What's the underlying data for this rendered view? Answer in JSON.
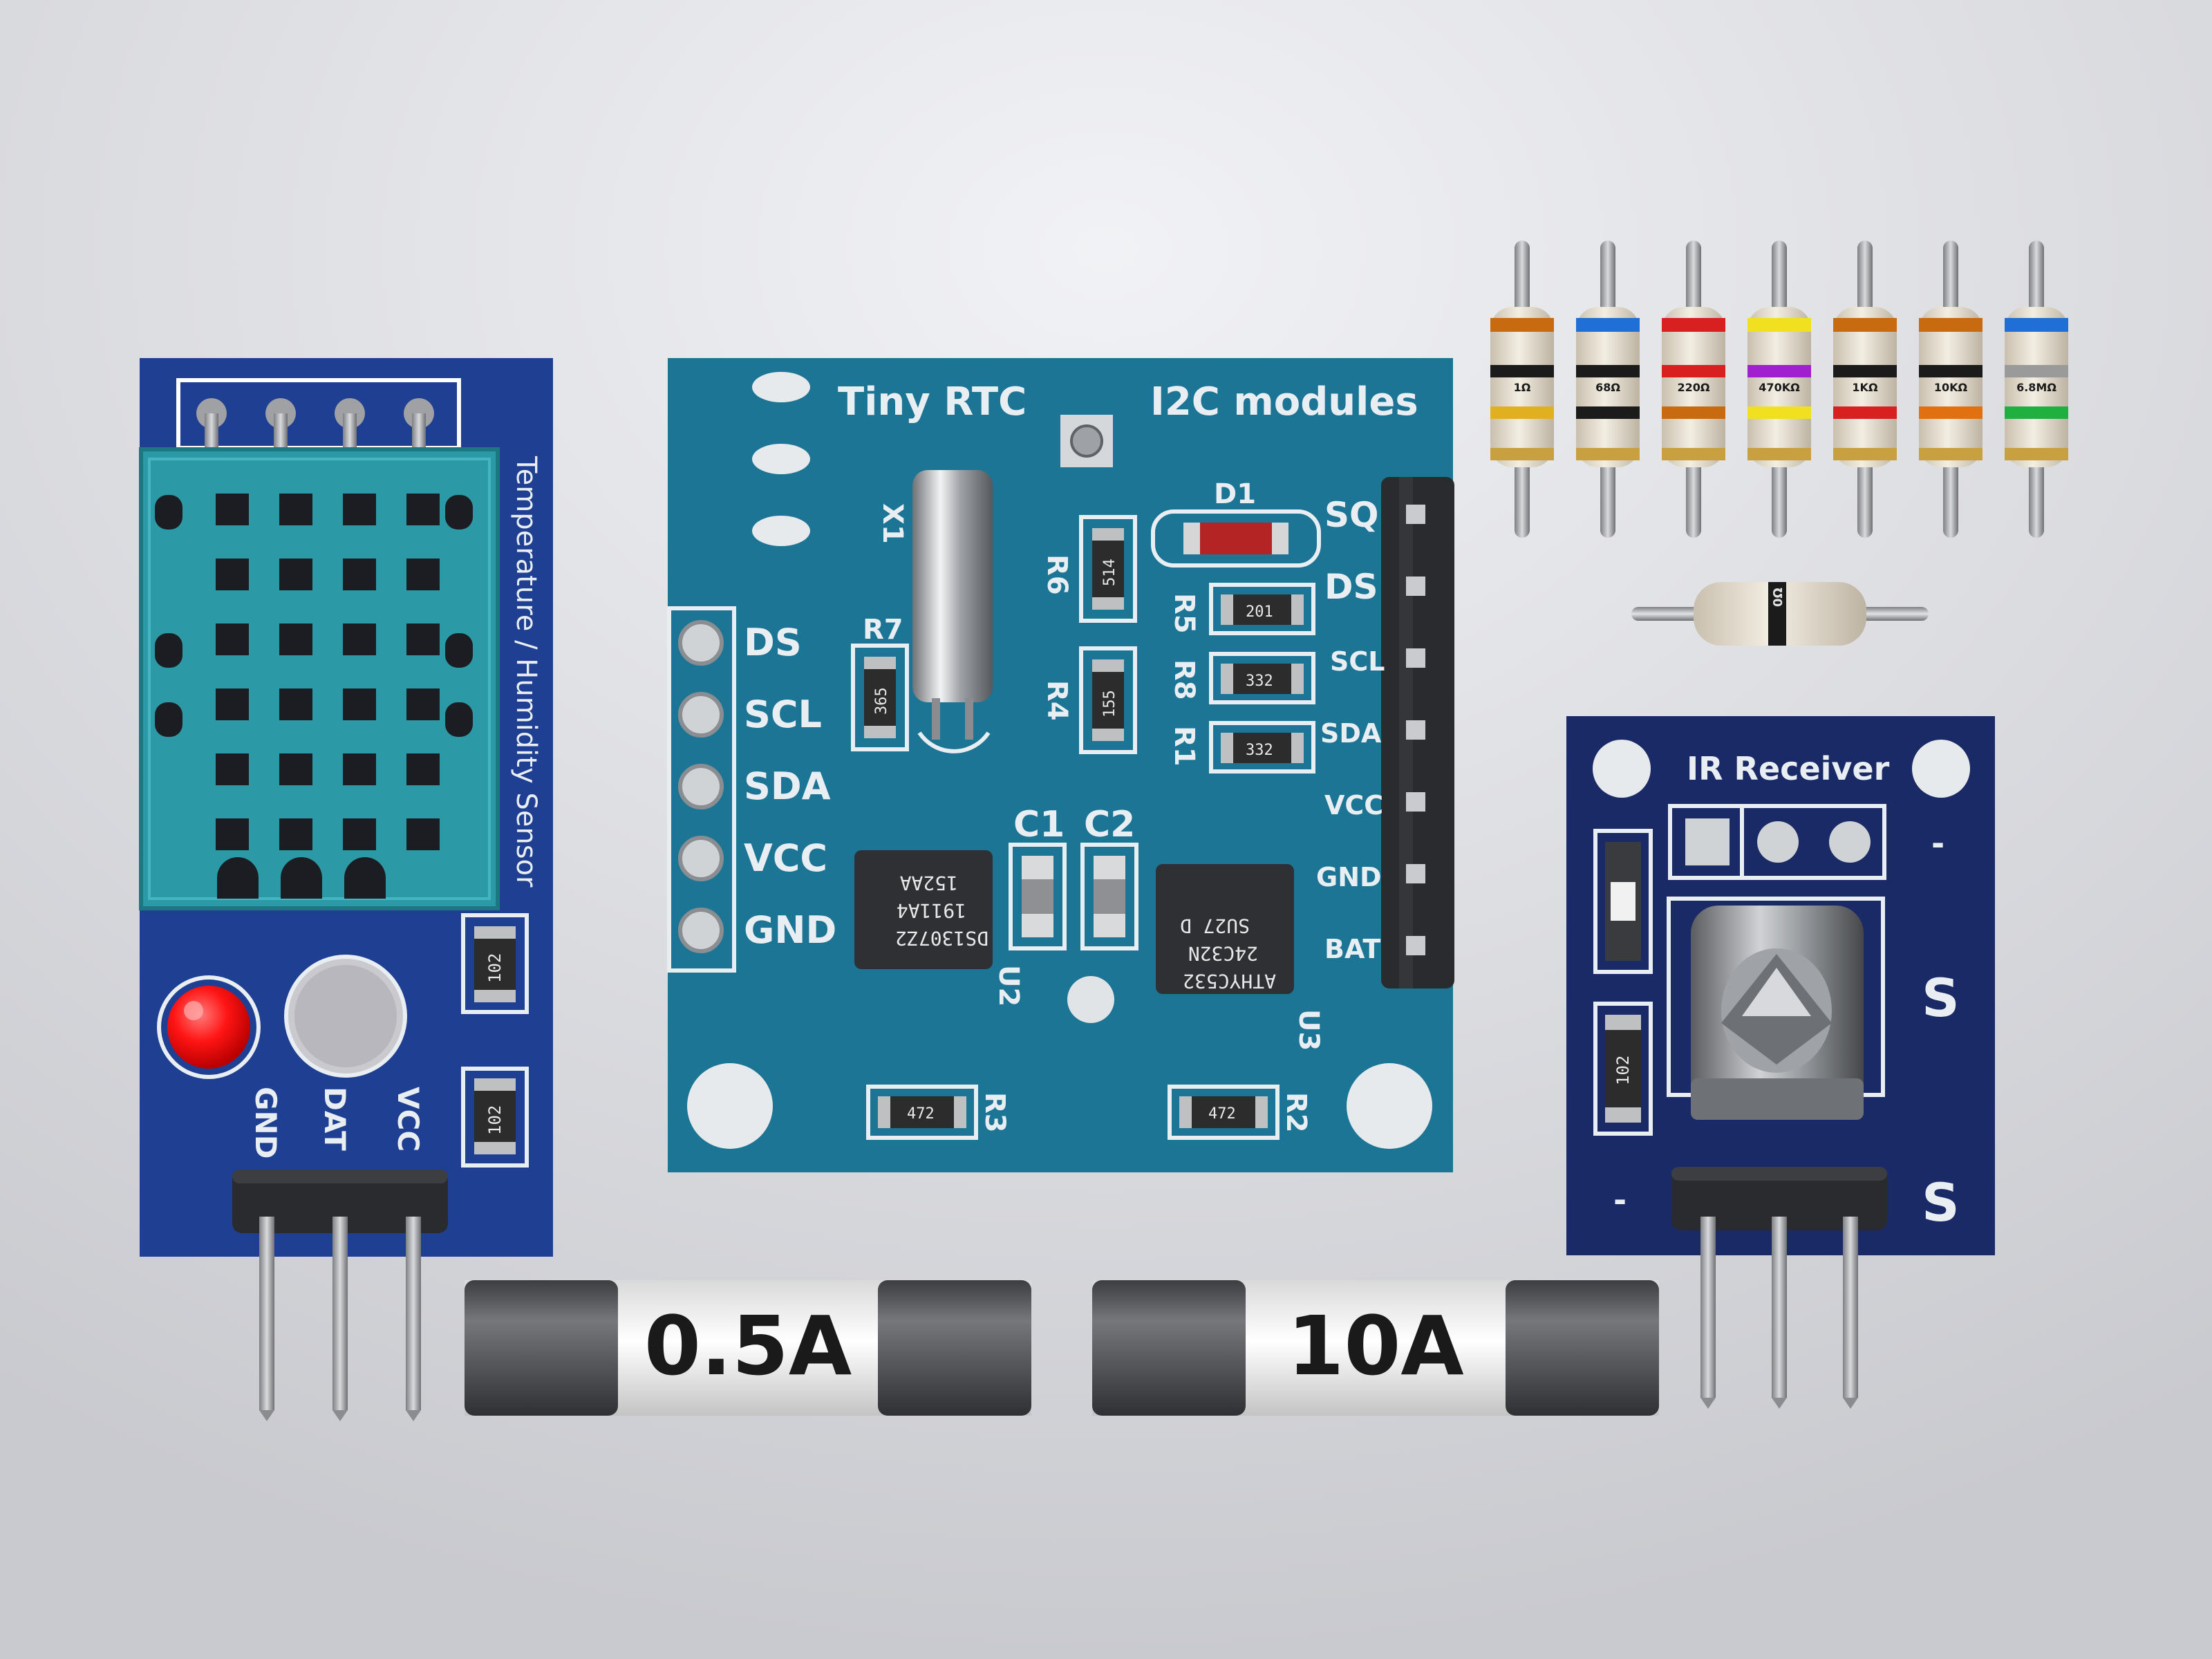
{
  "dht_module": {
    "side_text": "Temperature / Humidity Sensor",
    "pins": [
      "GND",
      "DAT",
      "VCC"
    ],
    "smd_codes": [
      "102",
      "102"
    ],
    "pcb_color": "#1f3f92",
    "sensor_color": "#2b9aa6",
    "led_color": "#ff1414"
  },
  "rtc_module": {
    "title_left": "Tiny RTC",
    "title_right": "I2C modules",
    "left_pins": [
      "DS",
      "SCL",
      "SDA",
      "VCC",
      "GND"
    ],
    "right_pins": [
      "SQ",
      "DS",
      "SCL",
      "SDA",
      "VCC",
      "GND",
      "BAT"
    ],
    "designators": [
      "X1",
      "R7",
      "R6",
      "R4",
      "D1",
      "R5",
      "R8",
      "R1",
      "C1",
      "C2",
      "U2",
      "U3",
      "R3",
      "R2"
    ],
    "smd_codes": [
      "365",
      "514",
      "155",
      "201",
      "332",
      "332",
      "472",
      "472"
    ],
    "chip_u2": [
      "DS1307Z2",
      "1911A4",
      "152AA"
    ],
    "chip_u3": [
      "ATHYC532",
      "24C32N",
      "SU27 D"
    ],
    "pcb_color": "#1c7594"
  },
  "resistors": {
    "values": [
      "1Ω",
      "68Ω",
      "220Ω",
      "470KΩ",
      "1KΩ",
      "10KΩ",
      "6.8MΩ"
    ],
    "zero_ohm_label": "0Ω"
  },
  "ir_module": {
    "title": "IR Receiver",
    "pin_marks": [
      "-",
      "S",
      "S",
      "-"
    ],
    "smd_codes": [
      "102"
    ],
    "pcb_color": "#1a2a66"
  },
  "fuses": {
    "labels": [
      "0.5A",
      "10A"
    ]
  }
}
